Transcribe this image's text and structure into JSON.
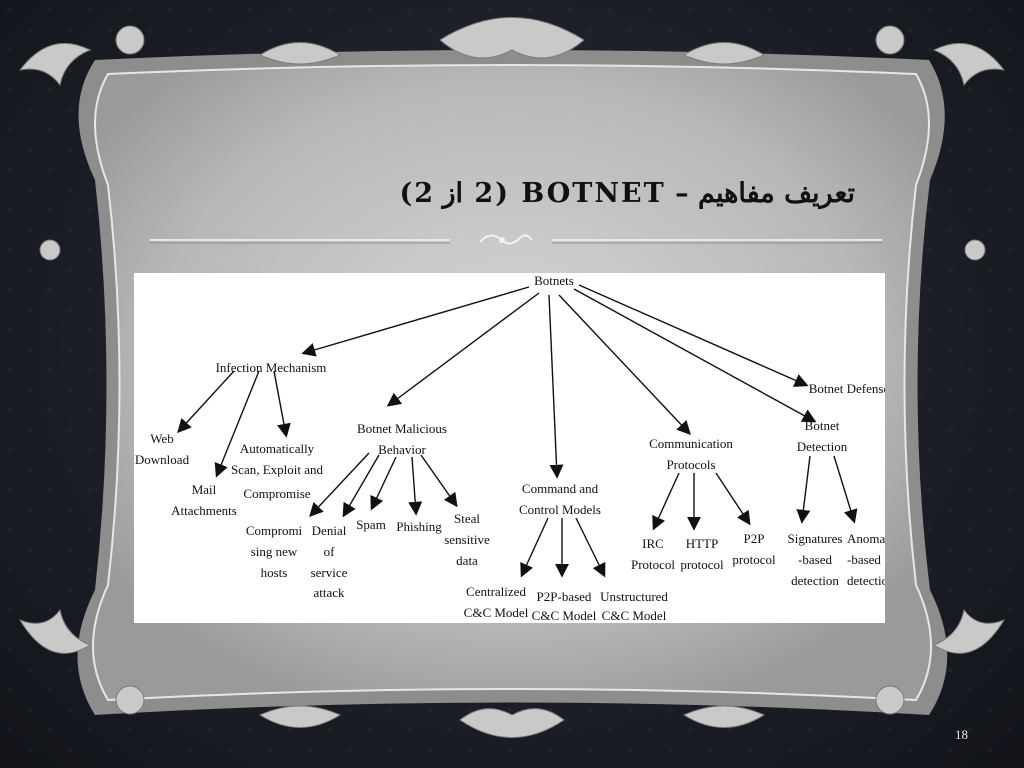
{
  "slide": {
    "title": "تعریف مفاهیم – BOTNET (2 از 2)",
    "page_number": "18"
  },
  "diagram": {
    "root": "Botnets",
    "l1_infection": "Infection Mechanism",
    "l1_malicious_1": "Botnet Malicious",
    "l1_malicious_2": "Behavior",
    "l1_cc_1": "Command and",
    "l1_cc_2": "Control Models",
    "l1_comm_1": "Communication",
    "l1_comm_2": "Protocols",
    "l1_detect_1": "Botnet",
    "l1_detect_2": "Detection",
    "l1_defense": "Botnet Defense",
    "inf_web_1": "Web",
    "inf_web_2": "Download",
    "inf_mail_1": "Mail",
    "inf_mail_2": "Attachments",
    "inf_auto_1": "Automatically",
    "inf_auto_2": "Scan, Exploit and",
    "inf_auto_3": "Compromise",
    "mal_comp_1": "Compromi",
    "mal_comp_2": "sing new",
    "mal_comp_3": "hosts",
    "mal_dos_1": "Denial",
    "mal_dos_2": "of",
    "mal_dos_3": "service",
    "mal_dos_4": "attack",
    "mal_spam": "Spam",
    "mal_phish": "Phishing",
    "mal_steal_1": "Steal",
    "mal_steal_2": "sensitive",
    "mal_steal_3": "data",
    "cc_central_1": "Centralized",
    "cc_central_2": "C&C Model",
    "cc_p2p_1": "P2P-based",
    "cc_p2p_2": "C&C Model",
    "cc_unstr_1": "Unstructured",
    "cc_unstr_2": "C&C Model",
    "comm_irc_1": "IRC",
    "comm_irc_2": "Protocol",
    "comm_http_1": "HTTP",
    "comm_http_2": "protocol",
    "comm_p2p_1": "P2P",
    "comm_p2p_2": "protocol",
    "det_sig_1": "Signatures",
    "det_sig_2": "-based",
    "det_sig_3": "detection",
    "det_anom_1": "Anoma",
    "det_anom_2": "-based",
    "det_anom_3": "detectio"
  },
  "colors": {
    "frame": "#9a9a9a",
    "frame_inner": "#c4c4c4",
    "background": "#1b1e26"
  }
}
